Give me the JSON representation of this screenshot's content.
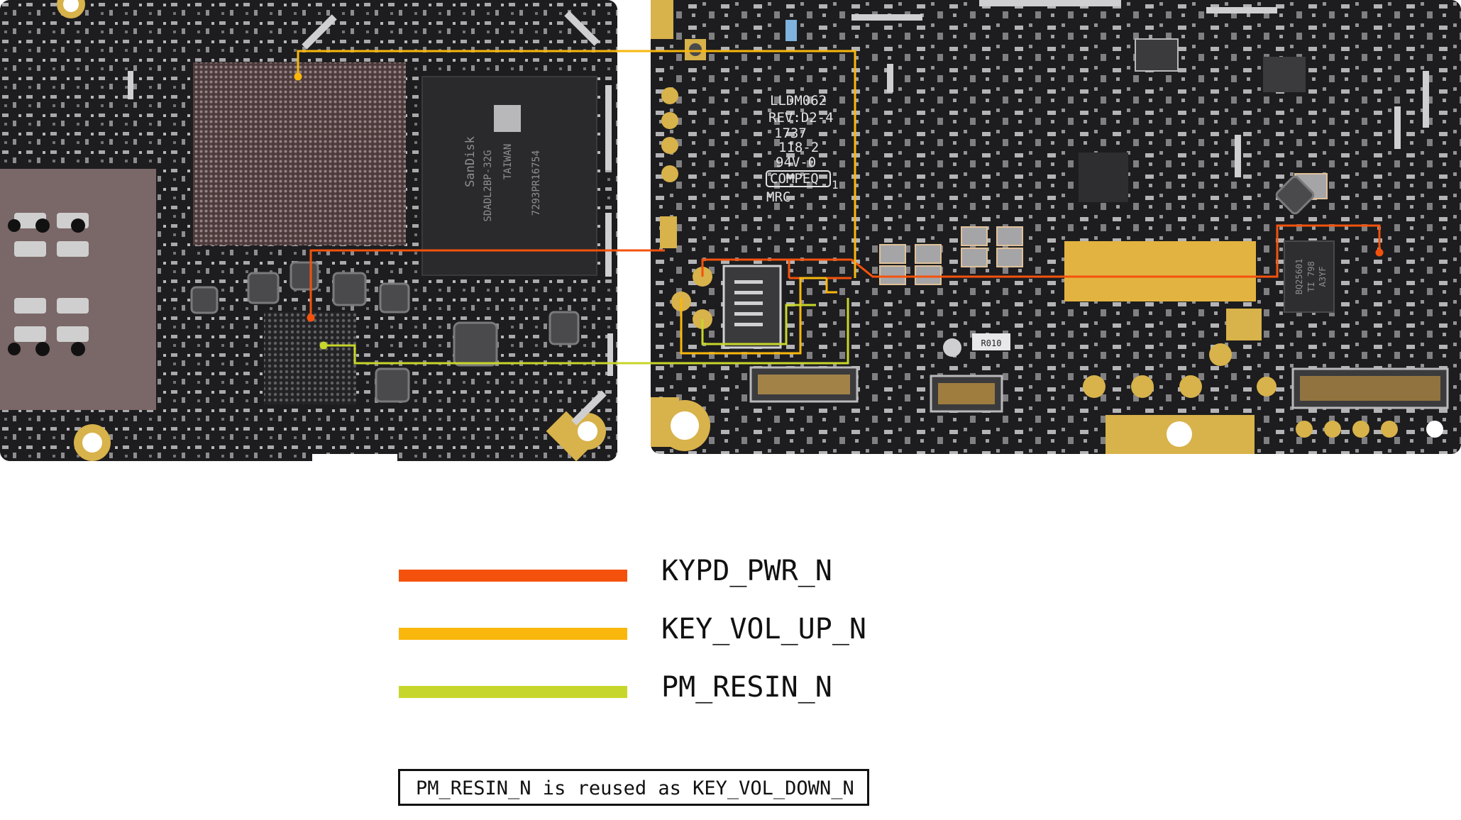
{
  "board": {
    "left_panel": {
      "chip_marking": [
        "SanDisk",
        "SDADL2BP-32G",
        "TAIWAN",
        "7293PR16754"
      ]
    },
    "right_panel": {
      "silkscreen": [
        "LLDM062",
        "REV:D2-4",
        "1737",
        "118-2",
        "94V-0",
        "COMPEQ",
        "MRC"
      ],
      "silkscreen_marks": [
        "1"
      ],
      "resistor_marking": "R010",
      "chip_marking": [
        "BQ25601",
        "TI 798",
        "A3YF"
      ]
    }
  },
  "legend": {
    "items": [
      {
        "label": "KYPD_PWR_N",
        "color": "#f4520c"
      },
      {
        "label": "KEY_VOL_UP_N",
        "color": "#f9b70e"
      },
      {
        "label": "PM_RESIN_N",
        "color": "#c7d62a"
      }
    ]
  },
  "note": "PM_RESIN_N is reused as KEY_VOL_DOWN_N",
  "colors": {
    "pcb": "#1d1d1f",
    "gold_pad": "#d8b24a",
    "background": "#ffffff"
  }
}
